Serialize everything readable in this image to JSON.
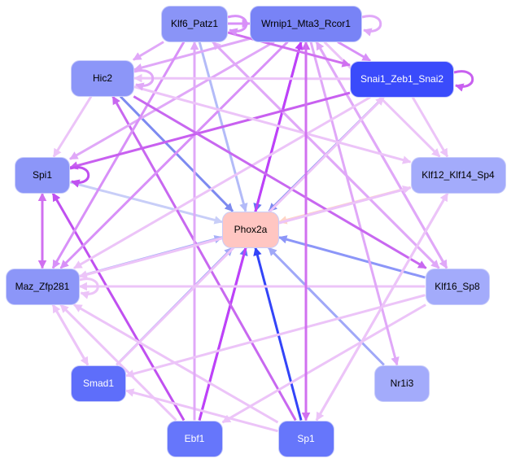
{
  "nodes": [
    {
      "id": "klf6",
      "label": "Klf6_Patz1",
      "color": "#8a94f7",
      "text": "#000"
    },
    {
      "id": "wrnip1",
      "label": "Wrnip1_Mta3_Rcor1",
      "color": "#7883f6",
      "text": "#000"
    },
    {
      "id": "hic2",
      "label": "Hic2",
      "color": "#8c96f8",
      "text": "#000"
    },
    {
      "id": "snai1",
      "label": "Snai1_Zeb1_Snai2",
      "color": "#3a4bfb",
      "text": "#fff"
    },
    {
      "id": "spi1",
      "label": "Spi1",
      "color": "#8c96f8",
      "text": "#000"
    },
    {
      "id": "klf12",
      "label": "Klf12_Klf14_Sp4",
      "color": "#a3abfb",
      "text": "#000"
    },
    {
      "id": "phox2a",
      "label": "Phox2a",
      "color": "#ffc6c2",
      "text": "#000"
    },
    {
      "id": "maz",
      "label": "Maz_Zfp281",
      "color": "#8c96f8",
      "text": "#000"
    },
    {
      "id": "klf16",
      "label": "Klf16_Sp8",
      "color": "#a3abfb",
      "text": "#000"
    },
    {
      "id": "smad1",
      "label": "Smad1",
      "color": "#5e6efa",
      "text": "#fff"
    },
    {
      "id": "nr1i3",
      "label": "Nr1i3",
      "color": "#a3abfb",
      "text": "#000"
    },
    {
      "id": "ebf1",
      "label": "Ebf1",
      "color": "#6676fb",
      "text": "#fff"
    },
    {
      "id": "sp1",
      "label": "Sp1",
      "color": "#6676fb",
      "text": "#fff"
    }
  ],
  "edges": [
    {
      "from": "klf6",
      "to": "phox2a",
      "color": "#b3bbf8"
    },
    {
      "from": "wrnip1",
      "to": "phox2a",
      "color": "#6677f0"
    },
    {
      "from": "hic2",
      "to": "phox2a",
      "color": "#7d8af0"
    },
    {
      "from": "snai1",
      "to": "phox2a",
      "color": "#7d8af0"
    },
    {
      "from": "spi1",
      "to": "phox2a",
      "color": "#c8cef8"
    },
    {
      "from": "klf12",
      "to": "phox2a",
      "color": "#ffd4c4"
    },
    {
      "from": "maz",
      "to": "phox2a",
      "color": "#a8b0f8"
    },
    {
      "from": "klf16",
      "to": "phox2a",
      "color": "#8c96f8"
    },
    {
      "from": "smad1",
      "to": "phox2a",
      "color": "#a0a8f8"
    },
    {
      "from": "nr1i3",
      "to": "phox2a",
      "color": "#a0a8f8"
    },
    {
      "from": "ebf1",
      "to": "phox2a",
      "color": "#6677f8"
    },
    {
      "from": "sp1",
      "to": "phox2a",
      "color": "#3344f8"
    },
    {
      "from": "ebf1",
      "to": "spi1",
      "color": "#c050f0"
    },
    {
      "from": "ebf1",
      "to": "wrnip1",
      "color": "#c040f8"
    },
    {
      "from": "sp1",
      "to": "hic2",
      "color": "#c868f0"
    },
    {
      "from": "sp1",
      "to": "wrnip1",
      "color": "#cc66f0"
    },
    {
      "from": "sp1",
      "to": "maz",
      "color": "#ecc4f8"
    },
    {
      "from": "sp1",
      "to": "smad1",
      "color": "#ecc4f8"
    },
    {
      "from": "ebf1",
      "to": "maz",
      "color": "#ecc4f8"
    },
    {
      "from": "ebf1",
      "to": "klf6",
      "color": "#e0a8f8"
    },
    {
      "from": "klf16",
      "to": "maz",
      "color": "#ecc4f8"
    },
    {
      "from": "klf16",
      "to": "smad1",
      "color": "#ecc4f8"
    },
    {
      "from": "klf16",
      "to": "ebf1",
      "color": "#ecc4f8"
    },
    {
      "from": "klf16",
      "to": "klf6",
      "color": "#e8b8f8"
    },
    {
      "from": "klf16",
      "to": "wrnip1",
      "color": "#e0a8f8"
    },
    {
      "from": "klf12",
      "to": "sp1",
      "color": "#ecc4f8"
    },
    {
      "from": "klf12",
      "to": "maz",
      "color": "#ecc4f8"
    },
    {
      "from": "wrnip1",
      "to": "nr1i3",
      "color": "#e0a8f8"
    },
    {
      "from": "wrnip1",
      "to": "klf12",
      "color": "#ecc4f8"
    },
    {
      "from": "wrnip1",
      "to": "klf16",
      "color": "#e0a8f8"
    },
    {
      "from": "wrnip1",
      "to": "snai1",
      "color": "#d890f8"
    },
    {
      "from": "wrnip1",
      "to": "hic2",
      "color": "#e0a8f8"
    },
    {
      "from": "wrnip1",
      "to": "maz",
      "color": "#d890f8"
    },
    {
      "from": "wrnip1",
      "to": "spi1",
      "color": "#e0a8f8"
    },
    {
      "from": "klf6",
      "to": "maz",
      "color": "#d890f8"
    },
    {
      "from": "klf6",
      "to": "hic2",
      "color": "#e0a8f8"
    },
    {
      "from": "klf6",
      "to": "snai1",
      "color": "#d070f0"
    },
    {
      "from": "klf6",
      "to": "klf16",
      "color": "#e0a8f8"
    },
    {
      "from": "klf6",
      "to": "wrnip1",
      "color": "#d890f8"
    },
    {
      "from": "snai1",
      "to": "spi1",
      "color": "#c860f0"
    },
    {
      "from": "snai1",
      "to": "hic2",
      "color": "#ecc4f8"
    },
    {
      "from": "snai1",
      "to": "maz",
      "color": "#ecc4f8"
    },
    {
      "from": "snai1",
      "to": "klf12",
      "color": "#ecc4f8"
    },
    {
      "from": "hic2",
      "to": "spi1",
      "color": "#ecc4f8"
    },
    {
      "from": "hic2",
      "to": "klf16",
      "color": "#c868f0"
    },
    {
      "from": "hic2",
      "to": "klf12",
      "color": "#ecc4f8"
    },
    {
      "from": "maz",
      "to": "spi1",
      "color": "#d070f0"
    },
    {
      "from": "spi1",
      "to": "maz",
      "color": "#d070f0"
    },
    {
      "from": "maz",
      "to": "smad1",
      "color": "#ecc4f8"
    },
    {
      "from": "smad1",
      "to": "maz",
      "color": "#ecc4f8"
    },
    {
      "from": "smad1",
      "to": "snai1",
      "color": "#ecc4f8"
    },
    {
      "from": "sp1",
      "to": "klf12",
      "color": "#ecc4f8"
    },
    {
      "from": "wrnip1",
      "to": "sp1",
      "color": "#d070f0"
    },
    {
      "from": "maz",
      "to": "klf12",
      "color": "#ecc4f8"
    }
  ],
  "self_loops": [
    {
      "node": "klf6",
      "color": "#d890f8"
    },
    {
      "node": "wrnip1",
      "color": "#e0a8f8"
    },
    {
      "node": "hic2",
      "color": "#e0a8f8"
    },
    {
      "node": "snai1",
      "color": "#c860f0"
    },
    {
      "node": "spi1",
      "color": "#c050f0"
    },
    {
      "node": "maz",
      "color": "#ecc4f8"
    }
  ]
}
